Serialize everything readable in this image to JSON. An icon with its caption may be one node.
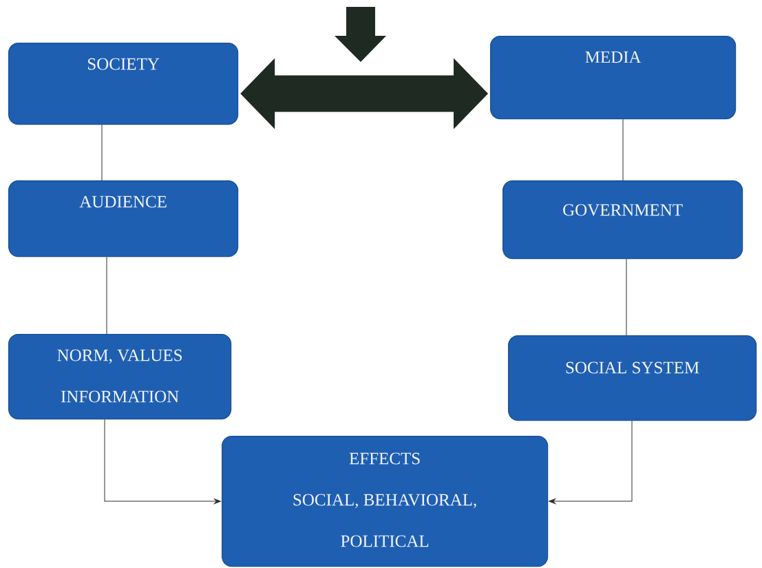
{
  "diagram": {
    "nodes": [
      {
        "text": [
          "SOCIETY"
        ]
      },
      {
        "text": [
          "MEDIA"
        ]
      },
      {
        "text": [
          "AUDIENCE"
        ]
      },
      {
        "text": [
          "GOVERNMENT"
        ]
      },
      {
        "text": [
          "NORM, VALUES INFORMATION"
        ]
      },
      {
        "text": [
          "SOCIAL SYSTEM"
        ]
      },
      {
        "text": [
          "EFFECTS",
          "SOCIAL, BEHAVIORAL, POLITICAL"
        ]
      }
    ],
    "edges": [
      {
        "from": 0,
        "to": 1,
        "arrow": "both",
        "style": "thick",
        "color": "#1e2a22"
      },
      {
        "from": 0,
        "to": 2,
        "arrow": "none"
      },
      {
        "from": 1,
        "to": 3,
        "arrow": "none"
      },
      {
        "from": 2,
        "to": 4,
        "arrow": "none"
      },
      {
        "from": 3,
        "to": 5,
        "arrow": "none"
      },
      {
        "from": 4,
        "to": 6,
        "arrow": "to"
      },
      {
        "from": 5,
        "to": 6,
        "arrow": "to"
      }
    ]
  }
}
